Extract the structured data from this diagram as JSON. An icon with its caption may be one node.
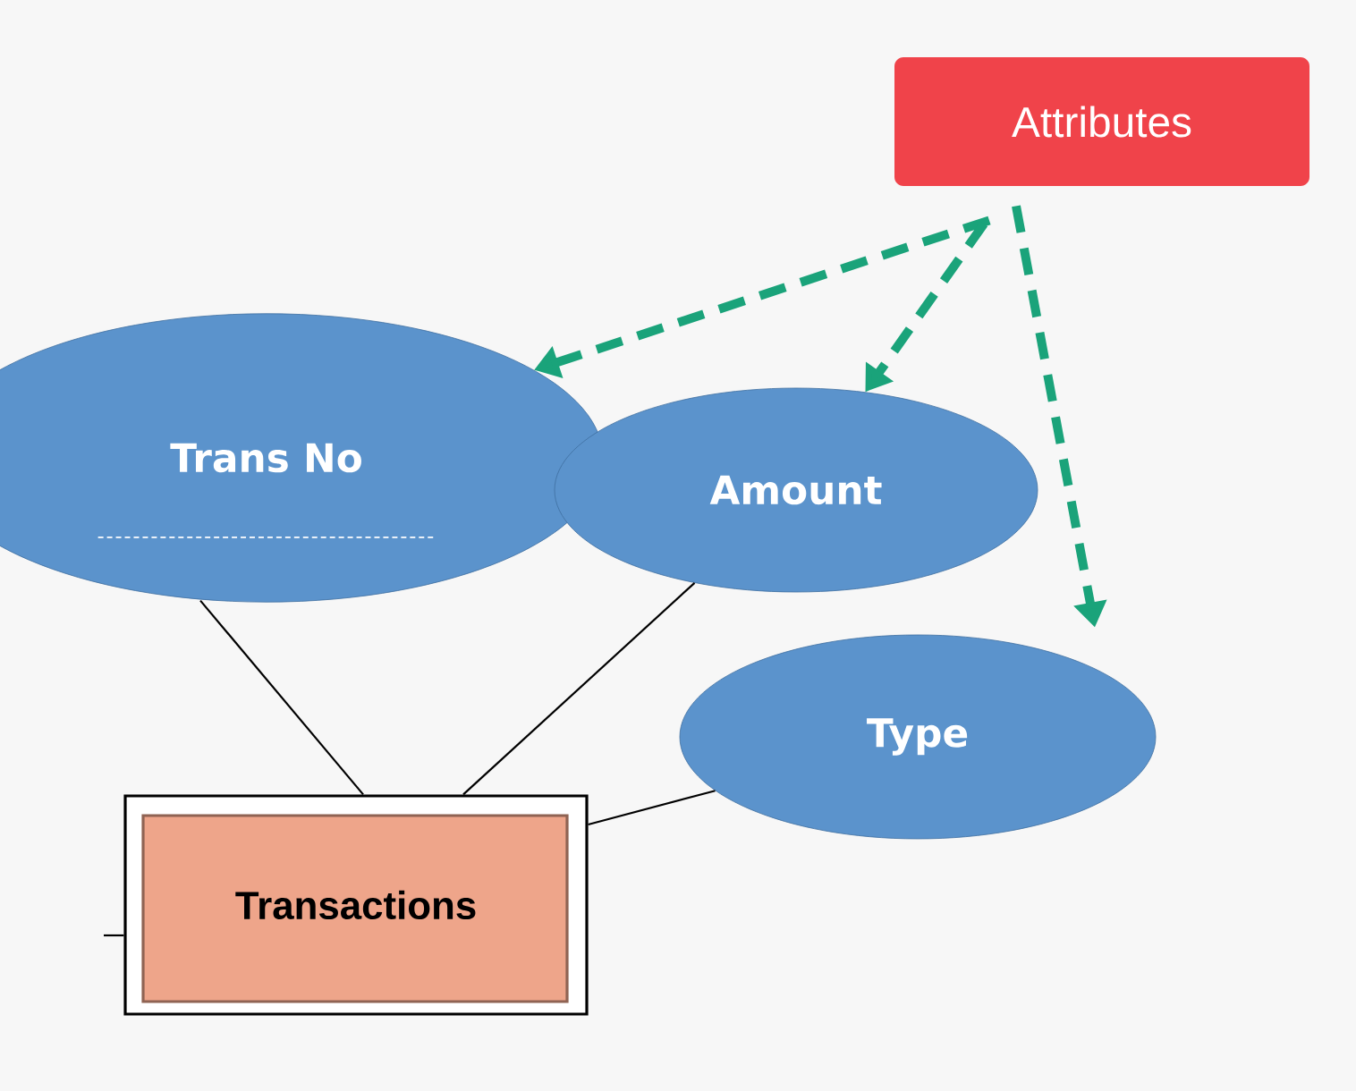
{
  "diagram": {
    "nodes": [
      {
        "text": [
          "Attributes"
        ]
      },
      {
        "text": [
          "Trans No"
        ]
      },
      {
        "text": [
          "Amount"
        ]
      },
      {
        "text": [
          "Type"
        ]
      },
      {
        "text": [
          "Transactions"
        ]
      }
    ],
    "edges": [
      {
        "from": 0,
        "to": 1,
        "arrow": "to",
        "style": "dashed",
        "color": "#1aa37a"
      },
      {
        "from": 0,
        "to": 2,
        "arrow": "to",
        "style": "dashed",
        "color": "#1aa37a"
      },
      {
        "from": 0,
        "to": 3,
        "arrow": "to",
        "style": "dashed",
        "color": "#1aa37a"
      },
      {
        "from": 1,
        "to": 4,
        "arrow": "none"
      },
      {
        "from": 2,
        "to": 4,
        "arrow": "none"
      },
      {
        "from": 4,
        "to": 3,
        "arrow": "none"
      },
      {
        "from": null,
        "to": 4,
        "arrow": "none"
      }
    ]
  }
}
